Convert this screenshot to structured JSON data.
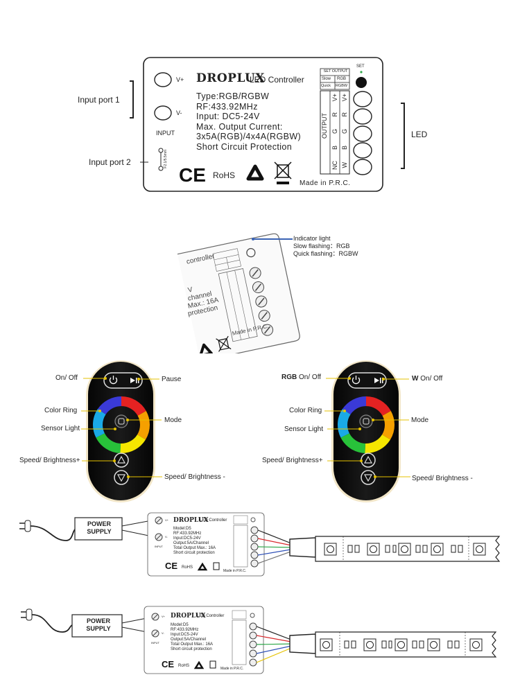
{
  "controller": {
    "brand": "DROPLUX",
    "product": "LED Controller",
    "spec_lines": [
      "Type:RGB/RGBW",
      "RF:433.92MHz",
      "Input: DC5-24V",
      "Max. Output Current:",
      "3x5A(RGB)/4x4A(RGBW)",
      "Short Circuit Protection"
    ],
    "input_pos": "V+",
    "input_neg": "V-",
    "input_label": "INPUT",
    "jack_label": "F2.1/5.5mm",
    "set_label": "SET",
    "set_table": {
      "header": "SET OUTPUT",
      "slow": "Slow",
      "slow_val": "RGB",
      "quick": "Quick",
      "quick_val": "RGBW"
    },
    "output_label": "OUTPUT",
    "rgb_col": [
      "V+",
      "R",
      "G",
      "B",
      "NC"
    ],
    "rgbw_col": [
      "V+",
      "R",
      "G",
      "B",
      "W"
    ],
    "ce": "CE",
    "rohs": "RoHS",
    "made_in": "Made in P.R.C."
  },
  "callouts": {
    "input_port_1": "Input port 1",
    "input_port_2": "Input port 2",
    "led": "LED"
  },
  "indicator": {
    "title": "Indicator light",
    "slow": "Slow flashing：RGB",
    "quick": "Quick flashing：RGBW",
    "photo_controller": "controller",
    "photo_v": "V",
    "photo_channel": "channel",
    "photo_max": "Max.: 16A",
    "photo_protection": "protection",
    "photo_made": "Made in P.R.C."
  },
  "remote_left": {
    "on_off": "On/ Off",
    "pause": "Pause",
    "color_ring": "Color Ring",
    "sensor_light": "Sensor Light",
    "mode": "Mode",
    "speed_up": "Speed/ Brightness+",
    "speed_down": "Speed/ Brightness -"
  },
  "remote_right": {
    "rgb_bold": "RGB",
    "on_off": "On/ Off",
    "w_bold": "W",
    "w_on_off": "On/ Off",
    "color_ring": "Color Ring",
    "sensor_light": "Sensor Light",
    "mode": "Mode",
    "speed_up": "Speed/ Brightness+",
    "speed_down": "Speed/ Brightness -"
  },
  "wiring": {
    "power_supply": "POWER SUPPLY",
    "model": "Model:D5",
    "spec_lines": [
      "Model:D5",
      "RF:433.92MHz",
      "Input:DC5-24V",
      "Output:5A/Channel",
      "Total Output Max.: 16A",
      "Short circuit protection"
    ]
  },
  "colors": {
    "red": "#d8262a",
    "green": "#2fa84a",
    "blue": "#2d4fb6",
    "yellow": "#e6c200",
    "callout_blue": "#3a63b4"
  }
}
